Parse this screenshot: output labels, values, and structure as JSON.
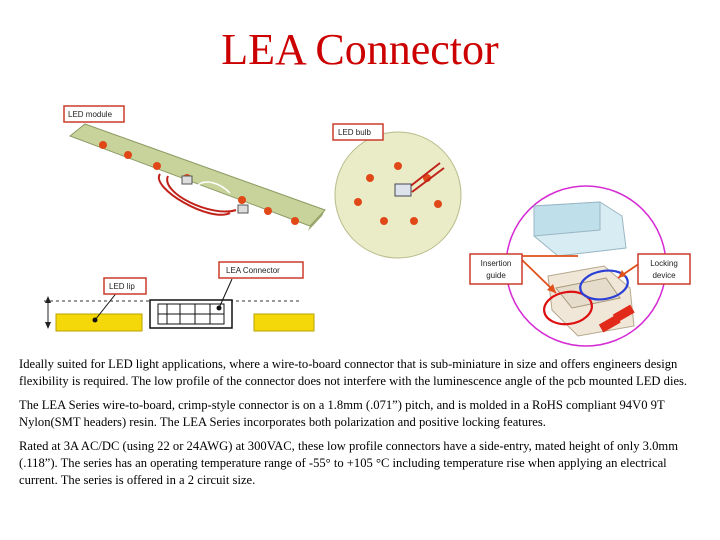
{
  "title": "LEA Connector",
  "figure": {
    "led_module_label": "LED module",
    "led_bulb_label": "LED bulb",
    "lea_connector_label": "LEA Connector",
    "led_lip_label": "LED lip",
    "insertion_guide_label_1": "Insertion",
    "insertion_guide_label_2": "guide",
    "locking_device_label_1": "Locking",
    "locking_device_label_2": "device",
    "colors": {
      "callout_arrow": "#e0501a",
      "circle_red": "#dd1111",
      "circle_blue": "#2a3fd6",
      "outer_circle": "#d52bd5",
      "pcb": "#c8d39b",
      "led_yellow": "#f5d80a"
    }
  },
  "paragraphs": [
    "Ideally suited for LED light applications, where a wire-to-board connector that is sub-miniature in size and offers engineers design flexibility is required. The low profile of the connector does not interfere with the luminescence angle of the pcb mounted LED dies.",
    "The LEA Series wire-to-board, crimp-style connector is on a 1.8mm (.071”) pitch, and is molded in a RoHS compliant 94V0 9T Nylon(SMT headers) resin.  The LEA Series incorporates both polarization and positive locking features.",
    "Rated at 3A AC/DC (using 22 or 24AWG) at 300VAC, these low profile connectors have a side-entry, mated height of only 3.0mm (.118”). The series has an operating temperature range of -55° to +105 °C including temperature rise when applying an electrical current. The series is offered in a 2 circuit size."
  ]
}
